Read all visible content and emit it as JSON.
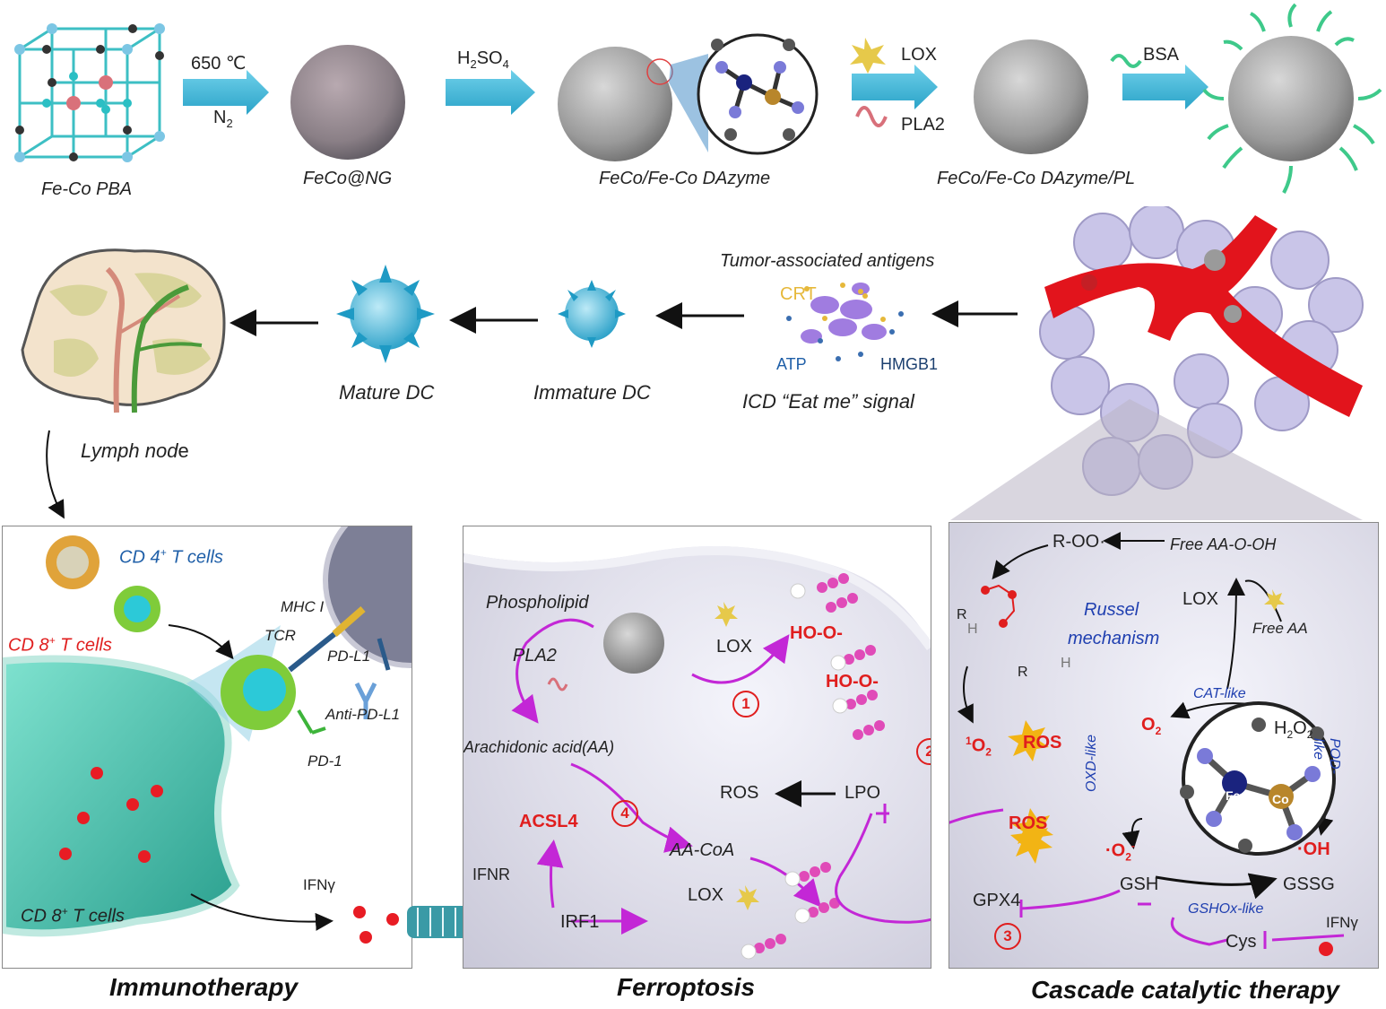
{
  "synthesis": {
    "step1_top": "650 ℃",
    "step1_bottom": "N",
    "step1_bottom_sub": "2",
    "step2_main": "H",
    "step2_sub1": "2",
    "step2_mid": "SO",
    "step2_sub2": "4",
    "lox": "LOX",
    "pla2": "PLA2",
    "bsa": "BSA",
    "names": [
      "Fe-Co PBA",
      "FeCo@NG",
      "FeCo/Fe-Co DAzyme",
      "FeCo/Fe-Co DAzyme/PL"
    ]
  },
  "middle": {
    "tumor_antigens": "Tumor-associated antigens",
    "crt": "CRT",
    "atp": "ATP",
    "hmgb1": "HMGB1",
    "icd": "ICD “Eat me” signal",
    "immature_dc": "Immature DC",
    "mature_dc": "Mature DC",
    "lymph_node_a": "Lymph nod",
    "lymph_node_b": "e"
  },
  "immuno": {
    "title": "Immunotherapy",
    "cd4_a": "CD 4",
    "cd4_sup": "+",
    "cd4_b": " T cells",
    "cd8_a": "CD 8",
    "cd8_sup": "+",
    "cd8_b": " T cells",
    "mhc": "MHC I",
    "tcr": "TCR",
    "pdl1": "PD-L1",
    "anti_pdl1": "Anti-PD-L1",
    "pd1": "PD-1",
    "ifn": "IFNγ",
    "cd8_cells_a": "CD 8",
    "cd8_cells_sup": "+",
    "cd8_cells_b": " T cells"
  },
  "ferro": {
    "title": "Ferroptosis",
    "phospholipid": "Phospholipid",
    "pla2": "PLA2",
    "lox": "LOX",
    "hoo1": "HO-O-",
    "hoo2": "HO-O-",
    "aa": "Arachidonic acid(AA)",
    "acsl4": "ACSL4",
    "aacoa": "AA-CoA",
    "ros": "ROS",
    "lpo": "LPO",
    "ifnr": "IFNR",
    "irf1": "IRF1",
    "lox2": "LOX",
    "n1": "1",
    "n2": "2",
    "n4": "4"
  },
  "cascade": {
    "title": "Cascade catalytic therapy",
    "roo": "R-OO·",
    "free_aa_o_oh": "Free AA-O-OH",
    "russel": "Russel",
    "mechanism": "mechanism",
    "lox": "LOX",
    "free_aa": "Free AA",
    "cat_like": "CAT-like",
    "o2": "O",
    "o2_sub": "2",
    "h2o2_a": "H",
    "h2o2_sub1": "2",
    "h2o2_b": "O",
    "h2o2_sub2": "2",
    "singlet_sup": "1",
    "singlet_a": "O",
    "singlet_sub": "2",
    "ros1": "ROS",
    "ros2": "ROS",
    "oxd_like": "OXD-like",
    "pod_like": "POD-like",
    "o2_radical": "·O",
    "o2_radical_sub": "2",
    "o2_radical_sup": "-",
    "oh_radical": "·OH",
    "gsh": "GSH",
    "gssg": "GSSG",
    "gshox_like": "GSHOx-like",
    "gpx4": "GPX4",
    "cys": "Cys",
    "ifn": "IFNγ",
    "n3": "3",
    "fe": "Fe",
    "co": "Co",
    "r1": "R",
    "r2": "R",
    "h1": "H",
    "h2": "H"
  }
}
